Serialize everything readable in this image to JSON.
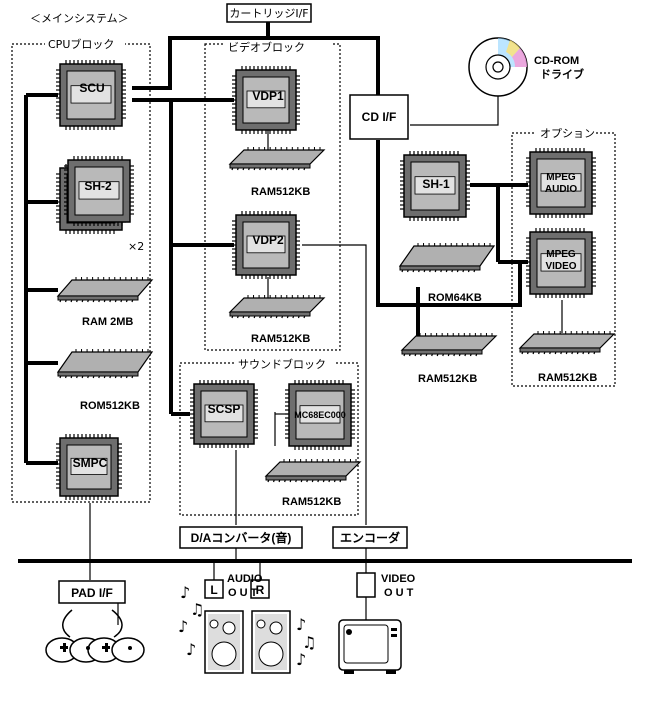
{
  "system": {
    "title": "＜メインシステム＞",
    "cartridge_if": "カートリッジI/F",
    "cd_if": "CD I/F",
    "cdrom_label_1": "CD-ROM",
    "cdrom_label_2": "ドライブ"
  },
  "blocks": {
    "cpu": "CPUブロック",
    "video": "ビデオブロック",
    "sound": "サウンドブロック",
    "option": "オプション"
  },
  "chips": {
    "scu": "SCU",
    "sh2": "SH-2",
    "sh2_count": "×2",
    "smpc": "SMPC",
    "vdp1": "VDP1",
    "vdp2": "VDP2",
    "scsp": "SCSP",
    "m68": "MC68EC000",
    "sh1": "SH-1",
    "mpeg_audio_1": "MPEG",
    "mpeg_audio_2": "AUDIO",
    "mpeg_video_1": "MPEG",
    "mpeg_video_2": "VIDEO"
  },
  "memory": {
    "ram2mb": "RAM 2MB",
    "rom512": "ROM512KB",
    "vdp1_ram": "RAM512KB",
    "vdp2_ram": "RAM512KB",
    "sound_ram": "RAM512KB",
    "rom64": "ROM64KB",
    "cd_ram": "RAM512KB",
    "opt_ram": "RAM512KB"
  },
  "outputs": {
    "dac": "D/Aコンバータ(音)",
    "encoder": "エンコーダ",
    "pad_if": "PAD I/F",
    "audio": "AUDIO",
    "audio_out": "O U T",
    "video": "VIDEO",
    "video_out": "O U T",
    "left": "L",
    "right": "R"
  }
}
